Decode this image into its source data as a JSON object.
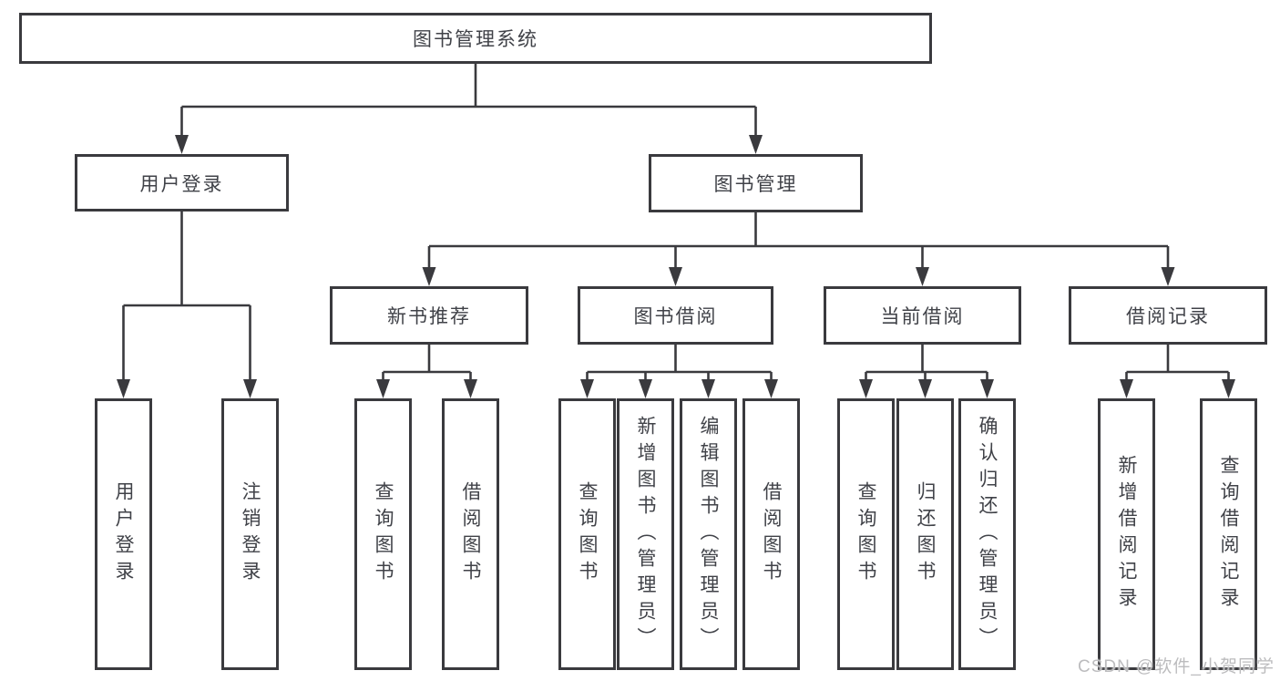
{
  "diagram": {
    "root": {
      "label": "图书管理系统"
    },
    "level2": [
      {
        "label": "用户登录"
      },
      {
        "label": "图书管理"
      }
    ],
    "level3": [
      {
        "label": "新书推荐",
        "parent": "图书管理"
      },
      {
        "label": "图书借阅",
        "parent": "图书管理"
      },
      {
        "label": "当前借阅",
        "parent": "图书管理"
      },
      {
        "label": "借阅记录",
        "parent": "图书管理"
      }
    ],
    "leaves": [
      {
        "label": "用户登录",
        "parent": "用户登录"
      },
      {
        "label": "注销登录",
        "parent": "用户登录"
      },
      {
        "label": "查询图书",
        "parent": "新书推荐"
      },
      {
        "label": "借阅图书",
        "parent": "新书推荐"
      },
      {
        "label": "查询图书",
        "parent": "图书借阅"
      },
      {
        "label": "新增图书（管理员）",
        "parent": "图书借阅"
      },
      {
        "label": "编辑图书（管理员）",
        "parent": "图书借阅"
      },
      {
        "label": "借阅图书",
        "parent": "图书借阅"
      },
      {
        "label": "查询图书",
        "parent": "当前借阅"
      },
      {
        "label": "归还图书",
        "parent": "当前借阅"
      },
      {
        "label": "确认归还（管理员）",
        "parent": "当前借阅"
      },
      {
        "label": "新增借阅记录",
        "parent": "借阅记录"
      },
      {
        "label": "查询借阅记录",
        "parent": "借阅记录"
      }
    ],
    "watermark": "CSDN @软件_小贺同学",
    "colors": {
      "line": "#3a3a3e",
      "box_border": "#3a3a3e",
      "text": "#404248",
      "watermark": "#bcbcbe",
      "background": "#ffffff"
    }
  }
}
